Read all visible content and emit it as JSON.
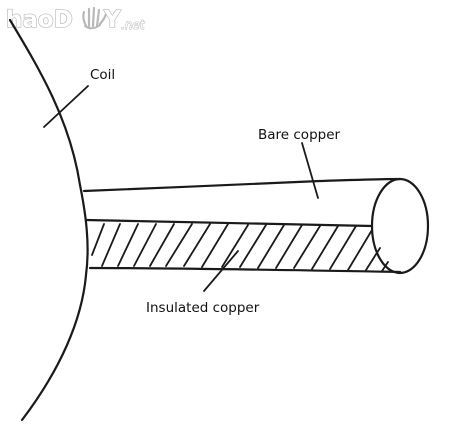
{
  "watermark": {
    "main": "haoD",
    "tail": "Y",
    "suffix": ".net"
  },
  "labels": {
    "coil": "Coil",
    "bare_copper": "Bare copper",
    "insulated_copper": "Insulated copper"
  },
  "colors": {
    "ink": "#1a1a1a",
    "background": "#ffffff",
    "watermark_outline": "#b8b8b8"
  }
}
